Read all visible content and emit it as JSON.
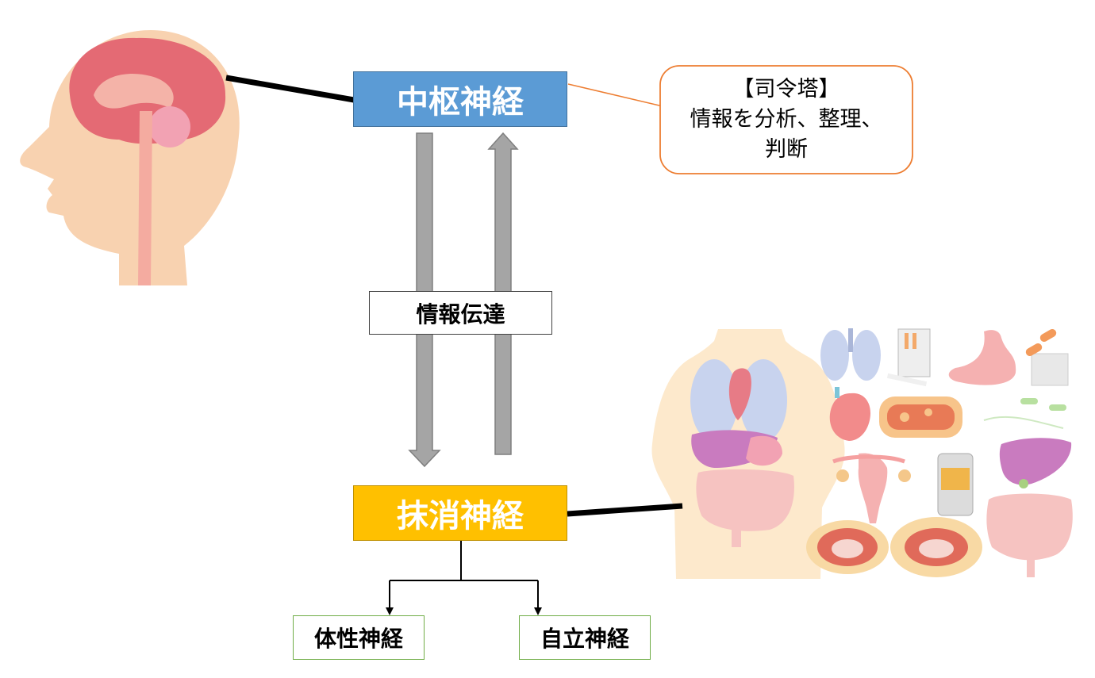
{
  "central": {
    "label": "中枢神経",
    "color": "#5b9bd5"
  },
  "callout": {
    "title": "【司令塔】",
    "line1": "情報を分析、整理、",
    "line2": "判断",
    "border_color": "#ed7d31"
  },
  "transfer": {
    "label": "情報伝達"
  },
  "peripheral": {
    "label": "抹消神経",
    "color": "#ffc000"
  },
  "branches": {
    "somatic": "体性神経",
    "autonomic": "自立神経",
    "border_color": "#70ad47"
  },
  "illustrations": {
    "head": "head-brain-illustration",
    "body": "torso-organs-illustration",
    "organs": [
      "lungs-icon",
      "cigarette-pack-icon",
      "stomach-icon",
      "pills-icon",
      "heart-icon",
      "artery-plaque-icon",
      "bacteria-icon",
      "uterus-icon",
      "beer-can-icon",
      "liver-icon",
      "intestine-icon",
      "abdomen-cross-section-icon"
    ]
  }
}
